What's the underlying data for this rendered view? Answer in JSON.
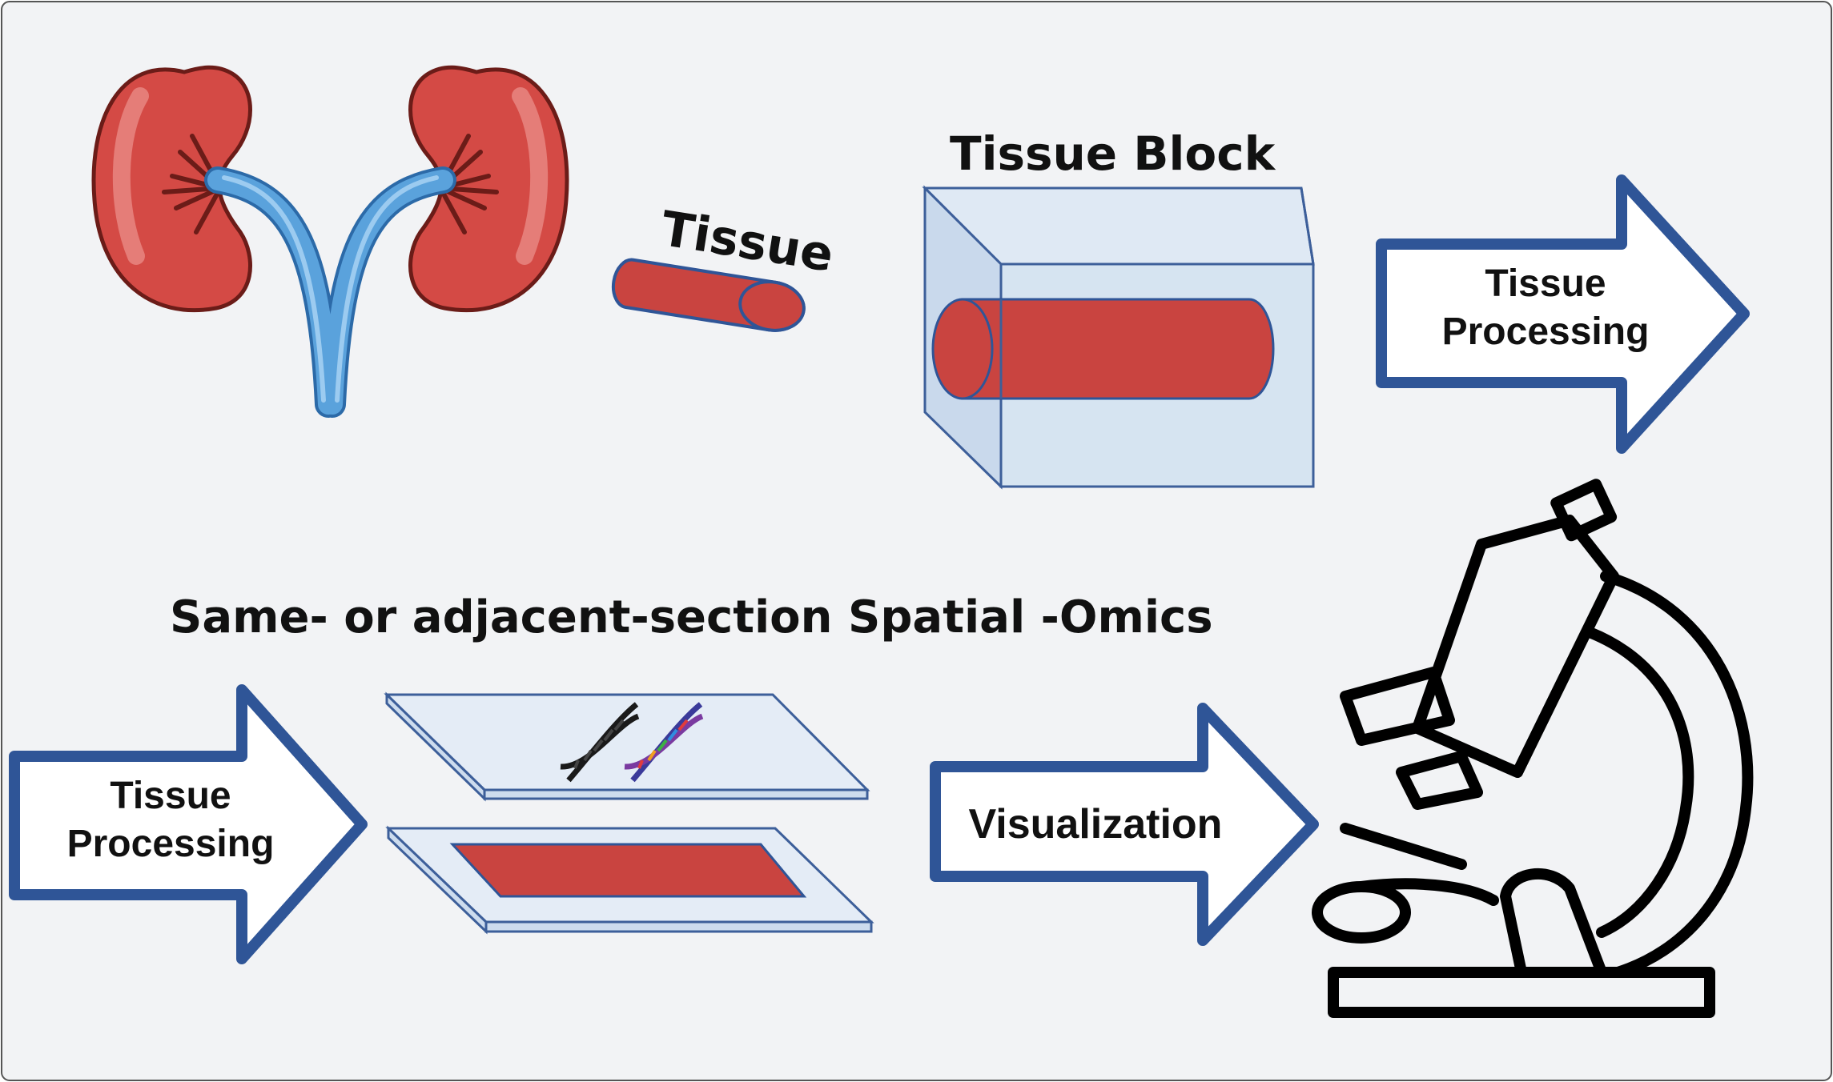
{
  "labels": {
    "tissue": "Tissue",
    "tissue_block": "Tissue Block",
    "arrow1_line1": "Tissue",
    "arrow1_line2": "Processing",
    "section_title": "Same- or adjacent-section Spatial -Omics",
    "arrow2_line1": "Tissue",
    "arrow2_line2": "Processing",
    "arrow3": "Visualization"
  },
  "icons": {
    "kidneys": "kidneys-icon",
    "tissue_core": "tissue-core-icon",
    "block": "tissue-block-icon",
    "slides": "glass-slides-icon",
    "dna": "dna-icon",
    "microscope": "microscope-icon"
  },
  "colors": {
    "background": "#f2f3f5",
    "frame": "#555555",
    "tissue_red": "#c94440",
    "kidney_outline": "#6b1c18",
    "ureter_blue": "#5aa2dc",
    "arrow_blue": "#2f5597",
    "block_fill": "#d6e4f1",
    "block_stroke": "#3d5f9a",
    "slide_fill": "#e4ecf6"
  }
}
